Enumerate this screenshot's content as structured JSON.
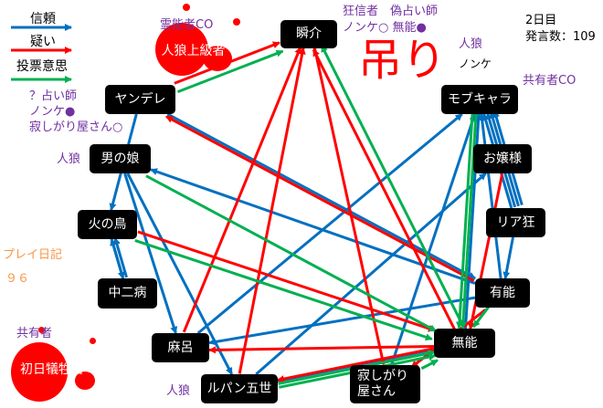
{
  "legend": [
    {
      "label": "信頼",
      "color": "#0070c0"
    },
    {
      "label": "疑い",
      "color": "#ff0000"
    },
    {
      "label": "投票意思",
      "color": "#00b050"
    }
  ],
  "status": {
    "day": "2日目",
    "posts": "発言数：109"
  },
  "hang": {
    "text": "吊り",
    "sub": "ノンケ"
  },
  "diary": {
    "label": "プレイ日記",
    "number": "９６"
  },
  "nodes": {
    "joukyu": "人狼上級者",
    "shunsuke": "瞬介",
    "yandere": "ヤンデレ",
    "mob": "モブキャラ",
    "otoko": "男の娘",
    "ojou": "お嬢様",
    "hinotori": "火の鳥",
    "riajou": "リア狂",
    "chuni": "中二病",
    "yuunou": "有能",
    "maro": "麻呂",
    "munou": "無能",
    "shonichi": "初日犠牲者",
    "lupin": "ルパン五世",
    "sabishi": "寂しがり\n屋さん"
  },
  "notes": {
    "reinou": "霊能者CO",
    "kyoshin": "狂信者　偽占い師",
    "kyoshin2": "ノンケ○ 無能●",
    "jinrou_top": "人狼",
    "kyouyuu_co": "共有者CO",
    "uranai1": "？占い師",
    "uranai2": "ノンケ●",
    "uranai3": "寂しがり屋さん○",
    "jinrou_otoko": "人狼",
    "kyouyuu": "共有者",
    "jinrou_lupin": "人狼"
  },
  "colors": {
    "trust": "#0070c0",
    "doubt": "#ff0000",
    "vote": "#00b050"
  },
  "edges": [
    [
      "yandere",
      "yuunou",
      "trust"
    ],
    [
      "yandere",
      "hinotori",
      "trust"
    ],
    [
      "hinotori",
      "chuni",
      "trust"
    ],
    [
      "chuni",
      "hinotori",
      "trust"
    ],
    [
      "chuni",
      "hinotori",
      "trust"
    ],
    [
      "otoko",
      "maro",
      "trust"
    ],
    [
      "otoko",
      "lupin",
      "trust"
    ],
    [
      "maro",
      "mob",
      "trust"
    ],
    [
      "yuunou",
      "otoko",
      "trust"
    ],
    [
      "yuunou",
      "maro",
      "trust"
    ],
    [
      "munou",
      "lupin",
      "trust"
    ],
    [
      "riajou",
      "mob",
      "trust"
    ],
    [
      "riajou",
      "mob",
      "trust"
    ],
    [
      "riajou",
      "mob",
      "trust"
    ],
    [
      "riajou",
      "mob",
      "trust"
    ],
    [
      "riajou",
      "yuunou",
      "trust"
    ],
    [
      "yuunou",
      "mob",
      "trust"
    ],
    [
      "munou",
      "mob",
      "trust"
    ],
    [
      "lupin",
      "ojou",
      "trust"
    ],
    [
      "sabishi",
      "mob",
      "trust"
    ],
    [
      "yuunou",
      "yandere",
      "doubt"
    ],
    [
      "munou",
      "shunsuke",
      "doubt"
    ],
    [
      "maro",
      "shunsuke",
      "doubt"
    ],
    [
      "lupin",
      "shunsuke",
      "doubt"
    ],
    [
      "yandere",
      "shunsuke",
      "doubt"
    ],
    [
      "hinotori",
      "munou",
      "doubt"
    ],
    [
      "yuunou",
      "sabishi",
      "doubt"
    ],
    [
      "ojou",
      "munou",
      "doubt"
    ],
    [
      "munou",
      "maro",
      "doubt"
    ],
    [
      "munou",
      "lupin",
      "doubt"
    ],
    [
      "shunsuke",
      "sabishi",
      "doubt"
    ],
    [
      "yandere",
      "shunsuke",
      "vote"
    ],
    [
      "munou",
      "shunsuke",
      "vote"
    ],
    [
      "otoko",
      "munou",
      "vote"
    ],
    [
      "hinotori",
      "munou",
      "vote"
    ],
    [
      "mob",
      "munou",
      "vote"
    ],
    [
      "mob",
      "munou",
      "vote"
    ],
    [
      "yuunou",
      "munou",
      "vote"
    ],
    [
      "lupin",
      "munou",
      "vote"
    ],
    [
      "lupin",
      "munou",
      "vote"
    ],
    [
      "sabishi",
      "munou",
      "vote"
    ]
  ]
}
